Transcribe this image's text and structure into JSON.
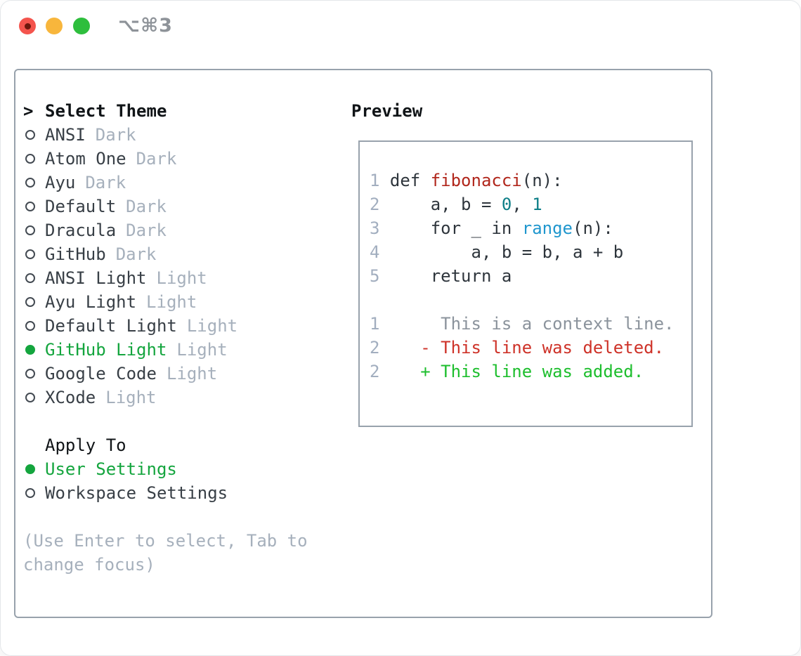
{
  "window": {
    "shortcut": "⌥⌘3"
  },
  "theme_list": {
    "prompt": ">",
    "header": "Select Theme",
    "items": [
      {
        "label": "ANSI",
        "tag": "Dark",
        "selected": false
      },
      {
        "label": "Atom One",
        "tag": "Dark",
        "selected": false
      },
      {
        "label": "Ayu",
        "tag": "Dark",
        "selected": false
      },
      {
        "label": "Default",
        "tag": "Dark",
        "selected": false
      },
      {
        "label": "Dracula",
        "tag": "Dark",
        "selected": false
      },
      {
        "label": "GitHub",
        "tag": "Dark",
        "selected": false
      },
      {
        "label": "ANSI Light",
        "tag": "Light",
        "selected": false
      },
      {
        "label": "Ayu Light",
        "tag": "Light",
        "selected": false
      },
      {
        "label": "Default Light",
        "tag": "Light",
        "selected": false
      },
      {
        "label": "GitHub Light",
        "tag": "Light",
        "selected": true
      },
      {
        "label": "Google Code",
        "tag": "Light",
        "selected": false
      },
      {
        "label": "XCode",
        "tag": "Light",
        "selected": false
      }
    ]
  },
  "apply_to": {
    "header": "Apply To",
    "items": [
      {
        "label": "User Settings",
        "selected": true
      },
      {
        "label": "Workspace Settings",
        "selected": false
      }
    ]
  },
  "hint": "(Use Enter to select, Tab to change focus)",
  "preview": {
    "title": "Preview",
    "lines": [
      {
        "num": "1",
        "tokens": [
          {
            "t": "def ",
            "c": "code"
          },
          {
            "t": "fibonacci",
            "c": "fn"
          },
          {
            "t": "(n):",
            "c": "code"
          }
        ]
      },
      {
        "num": "2",
        "tokens": [
          {
            "t": "    a, b = ",
            "c": "code"
          },
          {
            "t": "0",
            "c": "lit"
          },
          {
            "t": ", ",
            "c": "code"
          },
          {
            "t": "1",
            "c": "lit"
          }
        ]
      },
      {
        "num": "3",
        "tokens": [
          {
            "t": "    for _ in ",
            "c": "code"
          },
          {
            "t": "range",
            "c": "builtin"
          },
          {
            "t": "(n):",
            "c": "code"
          }
        ]
      },
      {
        "num": "4",
        "tokens": [
          {
            "t": "        a, b = b, a + b",
            "c": "code"
          }
        ]
      },
      {
        "num": "5",
        "tokens": [
          {
            "t": "    return a",
            "c": "code"
          }
        ]
      },
      {
        "num": "",
        "tokens": []
      },
      {
        "num": "1",
        "tokens": [
          {
            "t": "     This is a context line.",
            "c": "ctx"
          }
        ]
      },
      {
        "num": "2",
        "tokens": [
          {
            "t": "   - This line was deleted.",
            "c": "del"
          }
        ]
      },
      {
        "num": "2",
        "tokens": [
          {
            "t": "   + This line was added.",
            "c": "add"
          }
        ]
      }
    ]
  },
  "colors": {
    "heading": "#101417",
    "text": "#383f46",
    "muted": "#a6b0bc",
    "muted-dark": "#8e9399",
    "border": "#98a2ac",
    "radio-ring": "#434a52",
    "accent-green": "#14a53e",
    "linenum": "#a2aebf",
    "code": "#2e353c",
    "code-fn": "#b1271c",
    "code-lit": "#0e7f88",
    "code-builtin": "#2097ce",
    "diff-ctx": "#8b939c",
    "diff-del": "#ce3228",
    "diff-add": "#1dbe2d",
    "tl-red": "#f4544d",
    "tl-red-dot": "#6d170c",
    "tl-yellow": "#f8b63c",
    "tl-green": "#2ebe3d"
  }
}
